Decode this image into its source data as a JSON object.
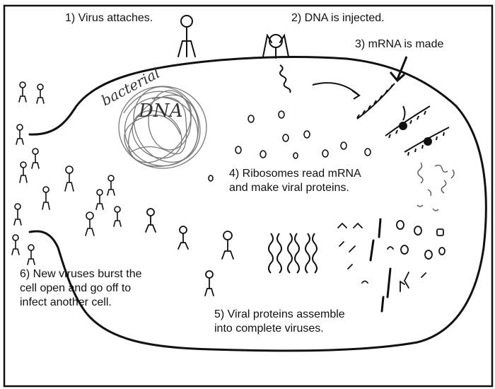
{
  "colors": {
    "ink": "#111111",
    "pencil": "#555555",
    "paper": "#ffffff"
  },
  "steps": [
    {
      "id": "step1",
      "lines": [
        "1) Virus attaches."
      ]
    },
    {
      "id": "step2",
      "lines": [
        "2) DNA is injected."
      ]
    },
    {
      "id": "step3",
      "lines": [
        "3) mRNA is made"
      ]
    },
    {
      "id": "step4",
      "lines": [
        "4) Ribosomes read mRNA",
        "and make viral proteins."
      ]
    },
    {
      "id": "step5",
      "lines": [
        "5) Viral proteins assemble",
        "into complete viruses."
      ]
    },
    {
      "id": "step6",
      "lines": [
        "6) New viruses burst the",
        "cell open and go off to",
        "infect another cell."
      ]
    }
  ],
  "bacterial_dna_label": {
    "word1": "bacterial",
    "word2": "DNA"
  }
}
